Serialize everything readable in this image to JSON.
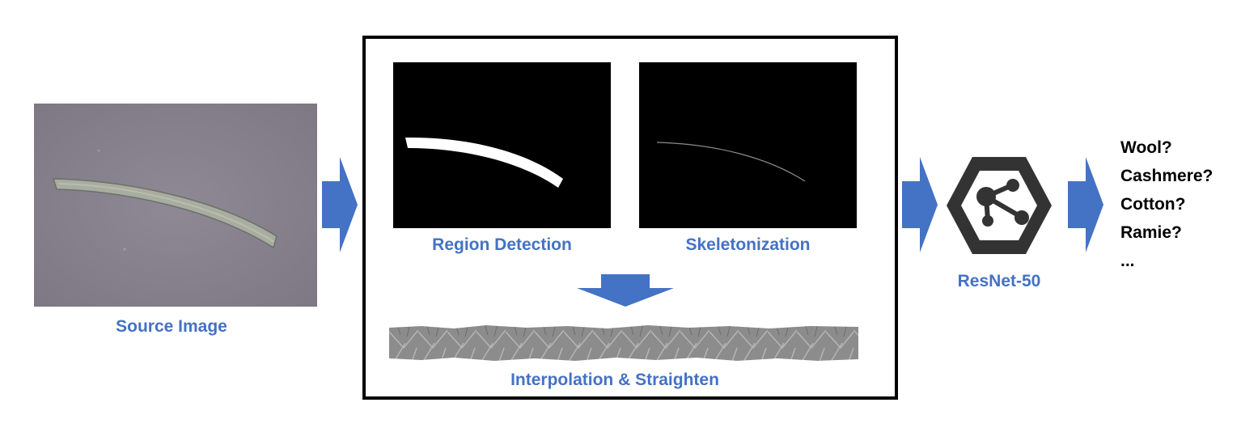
{
  "labels": {
    "source_image": "Source Image",
    "region_detection": "Region Detection",
    "skeletonization": "Skeletonization",
    "interpolation": "Interpolation & Straighten",
    "resnet": "ResNet-50"
  },
  "answers": [
    "Wool?",
    "Cashmere?",
    "Cotton?",
    "Ramie?",
    "..."
  ],
  "colors": {
    "accent": "#4472c4",
    "arrow": "#4472c4",
    "microscope_bg": "#8a8490",
    "fiber": "#a8aea0",
    "panel_bg": "#000000",
    "mask": "#ffffff",
    "strip": "#8f8f8f"
  },
  "icons": {
    "network_icon": "hexagon-network-icon"
  }
}
